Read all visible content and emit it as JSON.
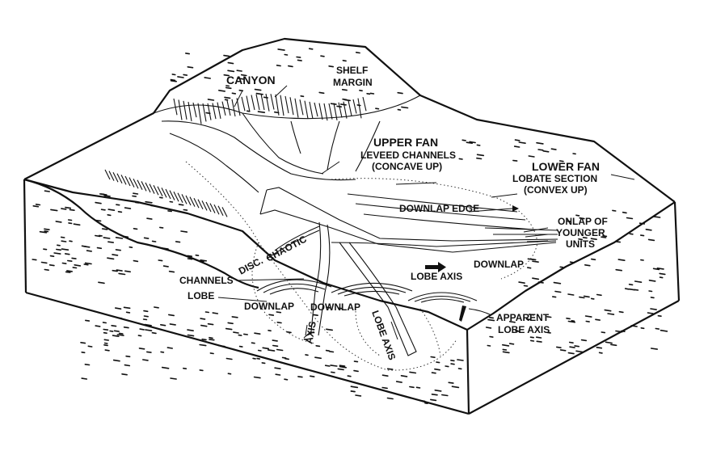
{
  "labels": {
    "canyon": "CANYON",
    "shelf_margin_1": "SHELF",
    "shelf_margin_2": "MARGIN",
    "upper_fan": "UPPER FAN",
    "leveed_channels": "LEVEED CHANNELS",
    "concave_up": "(CONCAVE UP)",
    "lower_fan": "LOWER FAN",
    "lobate_section": "LOBATE SECTION",
    "convex_up": "(CONVEX UP)",
    "downlap_edge": "DOWNLAP EDGE",
    "onlap_1": "ONLAP OF",
    "onlap_2": "YOUNGER",
    "onlap_3": "UNITS",
    "downlap_right": "DOWNLAP",
    "lobe_axis_center": "LOBE AXIS",
    "disc": "DISC.",
    "chaotic": "CHAOTIC",
    "channels": "CHANNELS",
    "lobe": "LOBE",
    "downlap_left": "DOWNLAP",
    "downlap_mid": "DOWNLAP",
    "axis_vertical": "AXIS",
    "lobe_axis_vertical": "LOBE AXIS",
    "apparent_1": "APPARENT",
    "apparent_2": "LOBE AXIS"
  },
  "colors": {
    "ink": "#111111",
    "background": "#ffffff"
  }
}
